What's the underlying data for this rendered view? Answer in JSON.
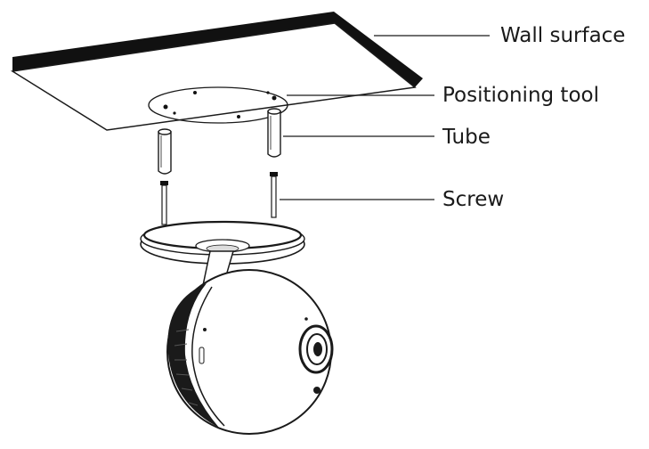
{
  "labels": {
    "wall_surface": "Wall surface",
    "positioning_tool": "Positioning tool",
    "tube": "Tube",
    "screw": "Screw"
  },
  "colors": {
    "line": "#1a1a1a",
    "fill": "#ffffff",
    "dark": "#111111"
  }
}
